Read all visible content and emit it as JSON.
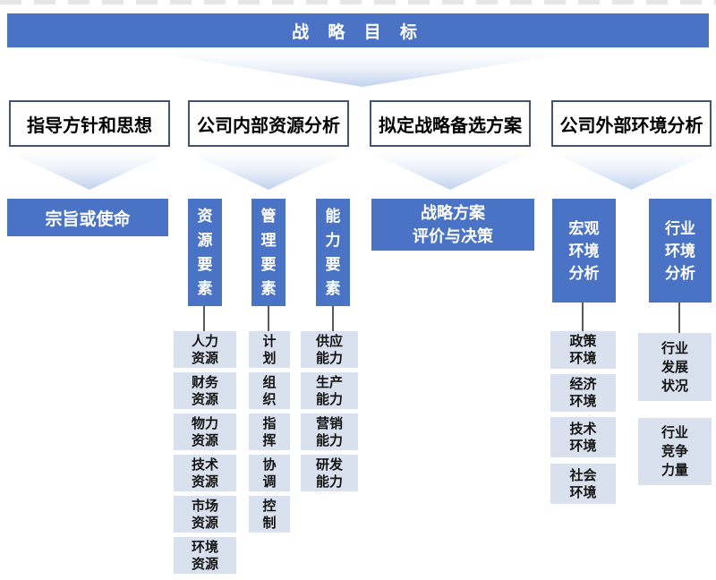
{
  "colors": {
    "brand_blue": "#4a73c6",
    "light_item_box": "#d9e0ee",
    "header_box_border": "#44546a",
    "chevron_tint": "#c2d3ee",
    "connector_line": "#5a5a5a"
  },
  "banner": {
    "label": "战 略 目 标"
  },
  "branches": {
    "guideline": {
      "header": "指导方针和思想",
      "child": "宗旨或使命"
    },
    "internal": {
      "header": "公司内部资源分析",
      "groups": [
        {
          "header": "资\n源\n要\n素",
          "items": [
            "人力\n资源",
            "财务\n资源",
            "物力\n资源",
            "技术\n资源",
            "市场\n资源",
            "环境\n资源"
          ]
        },
        {
          "header": "管\n理\n要\n素",
          "items": [
            "计\n划",
            "组\n织",
            "指\n挥",
            "协\n调",
            "控\n制"
          ]
        },
        {
          "header": "能\n力\n要\n素",
          "items": [
            "供应\n能力",
            "生产\n能力",
            "营销\n能力",
            "研发\n能力"
          ]
        }
      ]
    },
    "alternatives": {
      "header": "拟定战略备选方案",
      "child": "战略方案\n评价与决策"
    },
    "external": {
      "header": "公司外部环境分析",
      "groups": [
        {
          "header": "宏观\n环境\n分析",
          "items": [
            "政策\n环境",
            "经济\n环境",
            "技术\n环境",
            "社会\n环境"
          ]
        },
        {
          "header": "行业\n环境\n分析",
          "items": [
            "行业\n发展\n状况",
            "行业\n竞争\n力量"
          ]
        }
      ]
    }
  }
}
